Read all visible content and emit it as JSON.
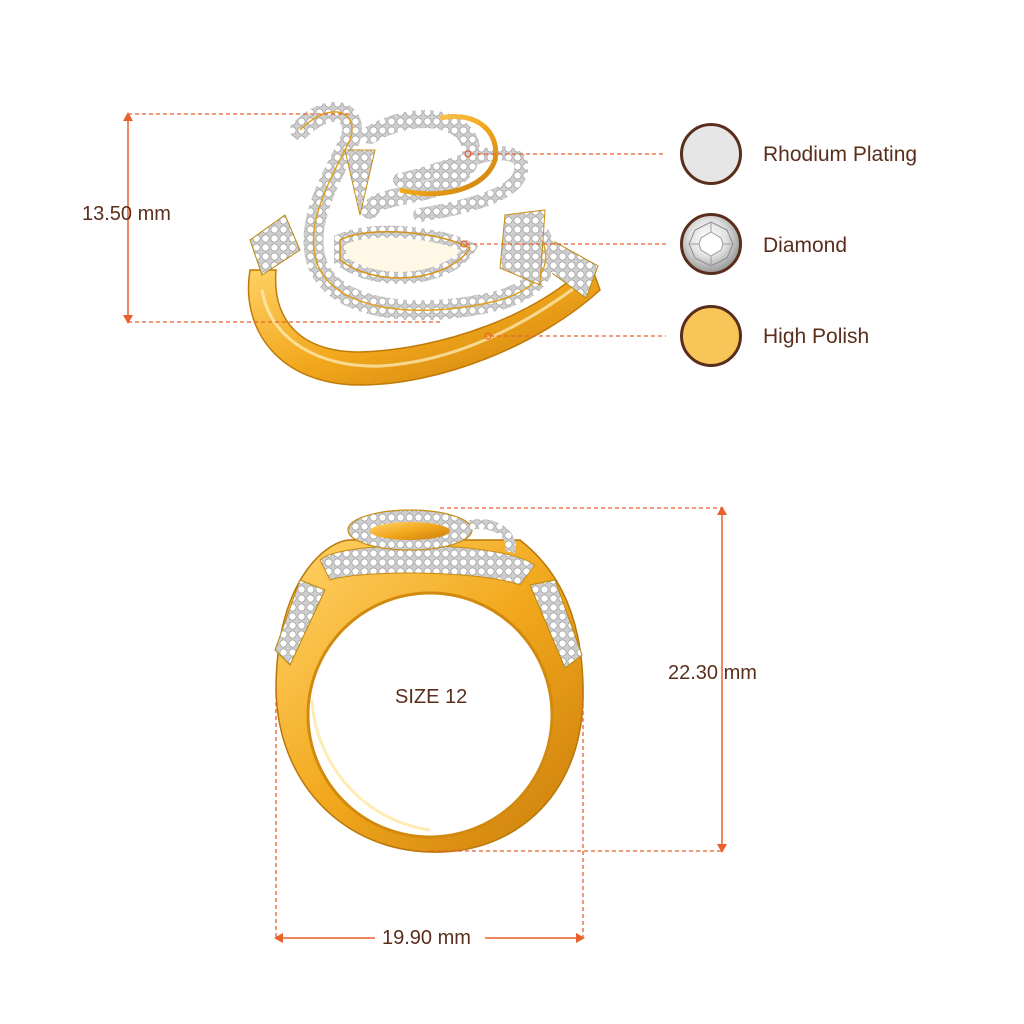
{
  "top_view": {
    "height_dimension": "13.50 mm"
  },
  "front_view": {
    "size_label": "SIZE 12",
    "height_dimension": "22.30 mm",
    "width_dimension": "19.90 mm"
  },
  "legend": {
    "items": [
      {
        "label": "Rhodium Plating",
        "swatch": "rhodium-swatch",
        "color": "#e6e6e6"
      },
      {
        "label": "Diamond",
        "swatch": "diamond-swatch",
        "color": "#d9d9d9"
      },
      {
        "label": "High Polish",
        "swatch": "gold-swatch",
        "color": "#f8c558"
      }
    ]
  },
  "colors": {
    "dimension_line": "#e8602c",
    "text": "#5a2e1c",
    "gold": "#f5b935",
    "gold_dark": "#d98c10",
    "diamond": "#f2f2f2"
  }
}
